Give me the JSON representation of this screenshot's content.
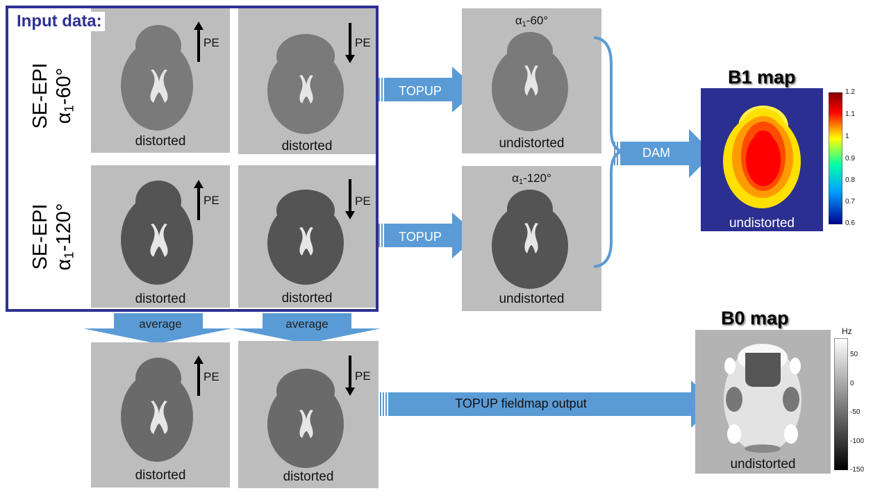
{
  "input_box": {
    "title": "Input data:"
  },
  "row_labels": {
    "row1_line1": "SE-EPI",
    "row1_greek": "α",
    "row1_sub": "1",
    "row1_angle": "-60°",
    "row2_line1": "SE-EPI",
    "row2_greek": "α",
    "row2_sub": "1",
    "row2_angle": "-120°"
  },
  "pe_label": "PE",
  "captions": {
    "distorted": "distorted",
    "undistorted": "undistorted"
  },
  "undistorted_titles": {
    "a60_greek": "α",
    "a60_sub": "1",
    "a60_angle": "-60°",
    "a120_greek": "α",
    "a120_sub": "1",
    "a120_angle": "-120°"
  },
  "arrows": {
    "topup": "TOPUP",
    "dam": "DAM",
    "average": "average",
    "fieldmap": "TOPUP fieldmap output"
  },
  "b1_map": {
    "title": "B1 map",
    "caption": "undistorted",
    "colorbar_ticks": [
      "1.2",
      "1.1",
      "1",
      "0.9",
      "0.8",
      "0.7",
      "0.6"
    ]
  },
  "b0_map": {
    "title": "B0 map",
    "caption": "undistorted",
    "colorbar_unit": "Hz",
    "colorbar_ticks": [
      "50",
      "0",
      "-50",
      "-100",
      "-150"
    ]
  },
  "colors": {
    "input_border": "#2e3192",
    "arrow_blue": "#5b9bd5",
    "panel_gray": "#bdbdbd",
    "head_light": "#7a7a7a",
    "head_dark": "#545454",
    "b1_background": "#2b2f8f"
  }
}
